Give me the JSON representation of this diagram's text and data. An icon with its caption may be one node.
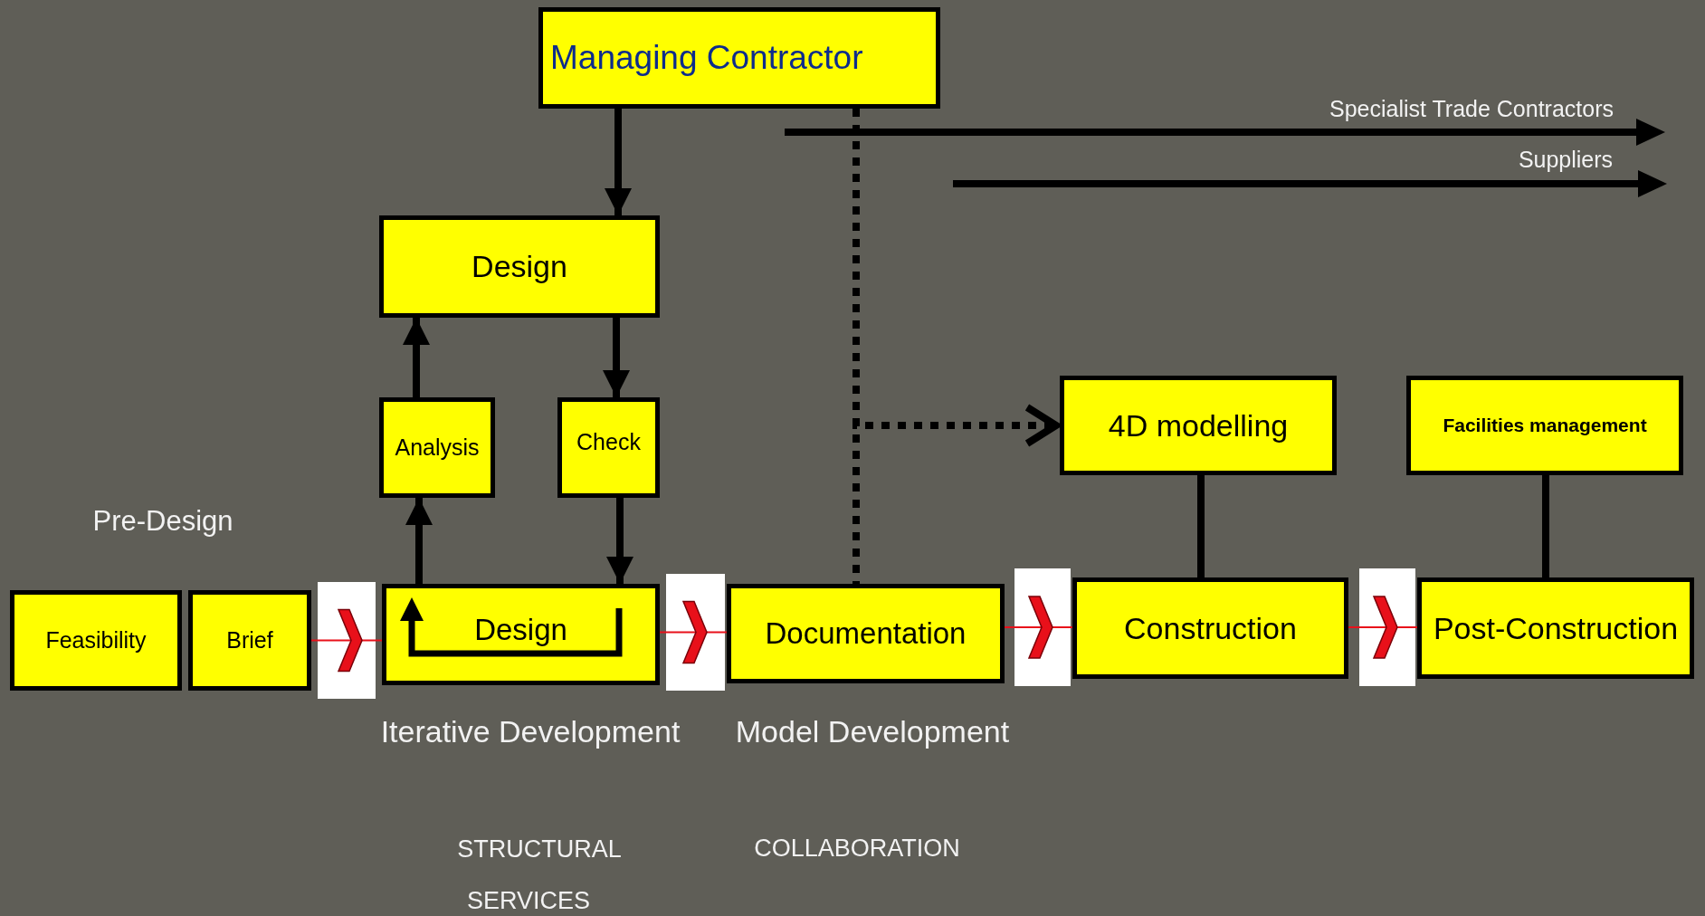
{
  "diagram": {
    "nodes": [
      {
        "text": [
          "Managing Contractor"
        ]
      },
      {
        "text": [
          "Design"
        ]
      },
      {
        "text": [
          "Analysis"
        ]
      },
      {
        "text": [
          "Check"
        ]
      },
      {
        "text": [
          "Feasibility"
        ]
      },
      {
        "text": [
          "Brief"
        ]
      },
      {
        "text": [
          "Design"
        ]
      },
      {
        "text": [
          "Documentation"
        ]
      },
      {
        "text": [
          "4D modelling"
        ]
      },
      {
        "text": [
          "Construction"
        ]
      },
      {
        "text": [
          "Facilities management"
        ]
      },
      {
        "text": [
          "Post-Construction"
        ]
      }
    ],
    "edges": [
      {
        "from": 0,
        "to": 1,
        "arrow": "to"
      },
      {
        "from": 1,
        "to": 3,
        "arrow": "to"
      },
      {
        "from": 2,
        "to": 1,
        "arrow": "to"
      },
      {
        "from": 3,
        "to": 6,
        "arrow": "to"
      },
      {
        "from": 6,
        "to": 2,
        "arrow": "to"
      },
      {
        "from": 0,
        "to": 7,
        "arrow": "none",
        "style": "dashed"
      },
      {
        "from": 0,
        "to": 8,
        "arrow": "to",
        "style": "dashed"
      },
      {
        "from": 8,
        "to": 9,
        "arrow": "none"
      },
      {
        "from": 10,
        "to": 11,
        "arrow": "none"
      },
      {
        "from": 5,
        "to": 6,
        "arrow": "to",
        "color": "#e8101a"
      },
      {
        "from": 6,
        "to": 7,
        "arrow": "to",
        "color": "#e8101a"
      },
      {
        "from": 7,
        "to": 9,
        "arrow": "to",
        "color": "#e8101a"
      },
      {
        "from": 9,
        "to": 11,
        "arrow": "to",
        "color": "#e8101a"
      }
    ],
    "labels": [
      "Specialist Trade Contractors",
      "Suppliers",
      "Pre-Design",
      "Iterative Development",
      "Model Development",
      "STRUCTURAL",
      "SERVICES",
      "COLLABORATION"
    ]
  }
}
